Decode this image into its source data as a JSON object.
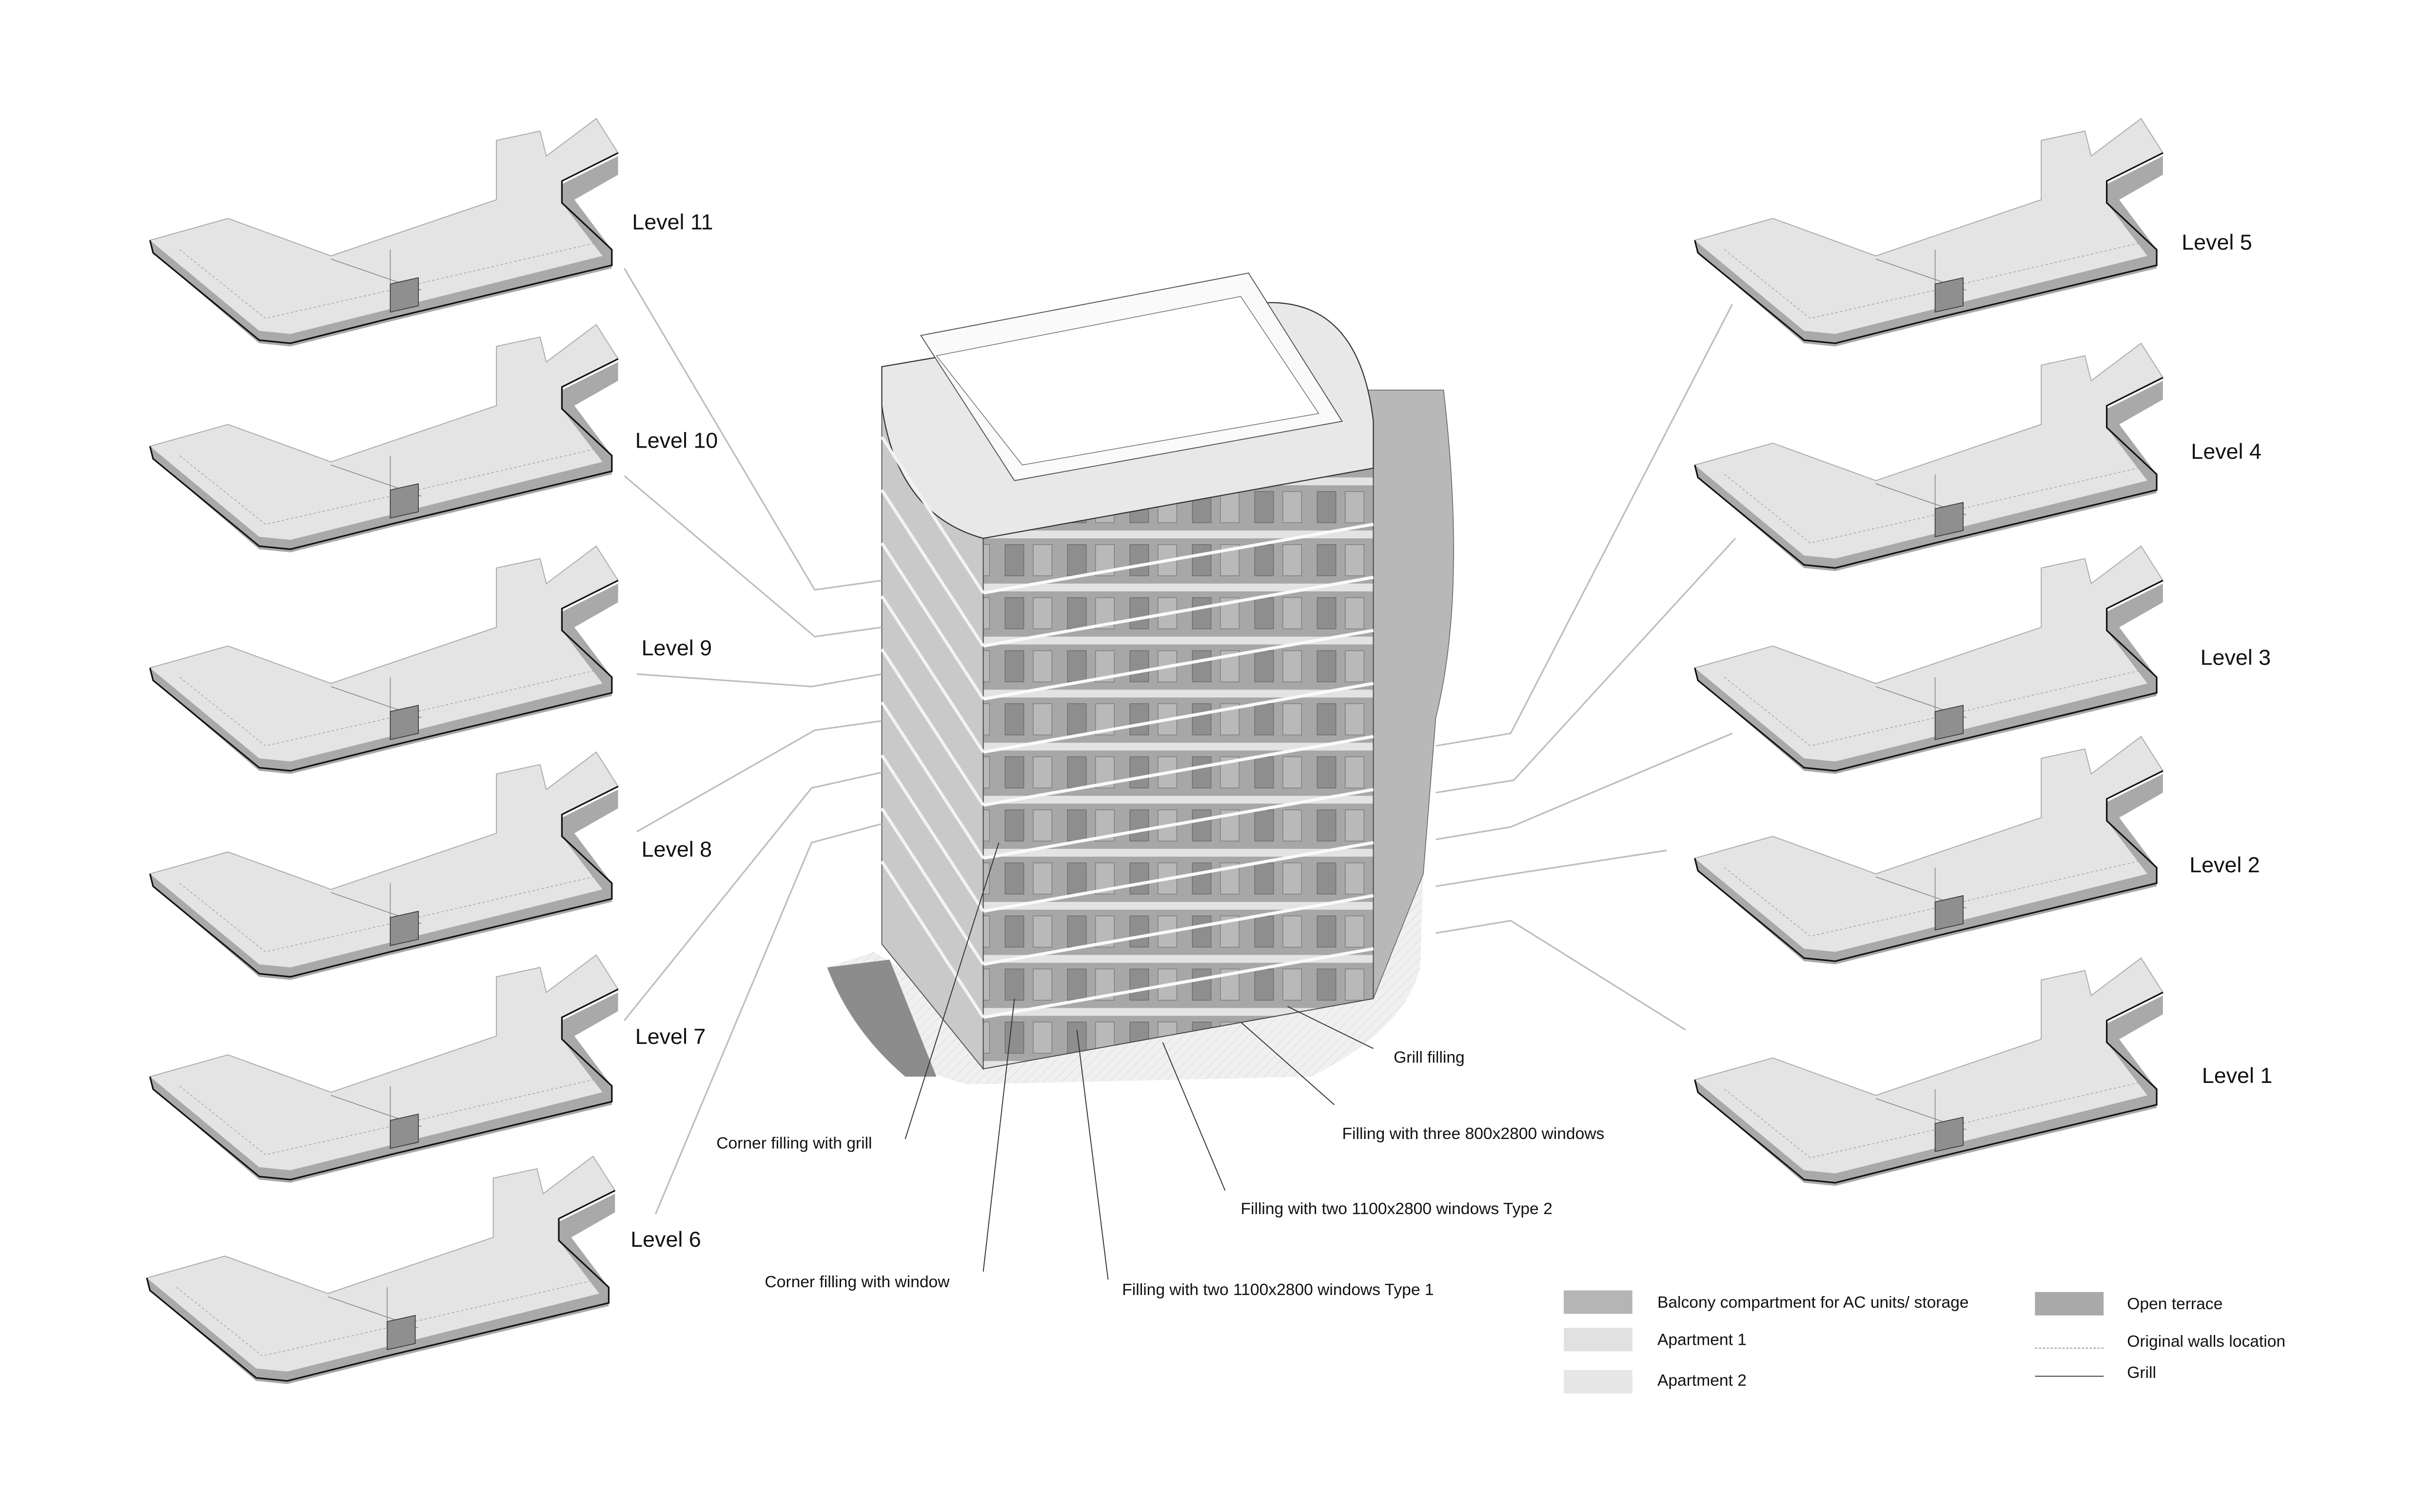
{
  "levels_left": [
    "Level 11",
    "Level 10",
    "Level 9",
    "Level 8",
    "Level 7",
    "Level 6"
  ],
  "levels_right": [
    "Level 5",
    "Level 4",
    "Level 3",
    "Level 2",
    "Level 1"
  ],
  "annotations": {
    "grill_filling": "Grill filling",
    "three_windows": "Filling with three 800x2800 windows",
    "two_windows_type2": "Filling with two 1100x2800 windows Type 2",
    "two_windows_type1": "Filling with two 1100x2800 windows Type 1",
    "corner_grill": "Corner filling with grill",
    "corner_window": "Corner filling with window"
  },
  "legend": {
    "balcony": "Balcony compartment for AC units/ storage",
    "apartment1": "Apartment 1",
    "apartment2": "Apartment 2",
    "open_terrace": "Open terrace",
    "original_walls": "Original walls location",
    "grill": "Grill"
  },
  "colors": {
    "balcony": "#b5b5b5",
    "apartment1": "#e1e1e1",
    "apartment2": "#e6e6e6",
    "open_terrace": "#a9a9a9"
  }
}
